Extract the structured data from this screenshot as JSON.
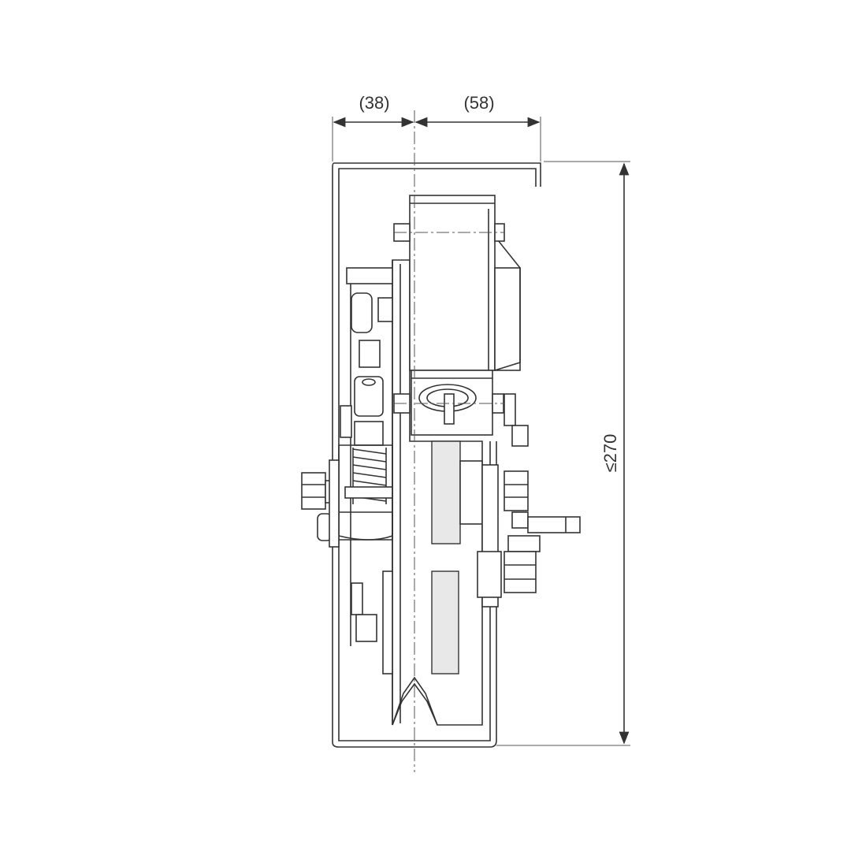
{
  "drawing": {
    "dimensions": {
      "left_width": "(38)",
      "right_width": "(58)",
      "height": "≤270"
    },
    "colors": {
      "line": "#333333",
      "background": "#ffffff"
    }
  }
}
